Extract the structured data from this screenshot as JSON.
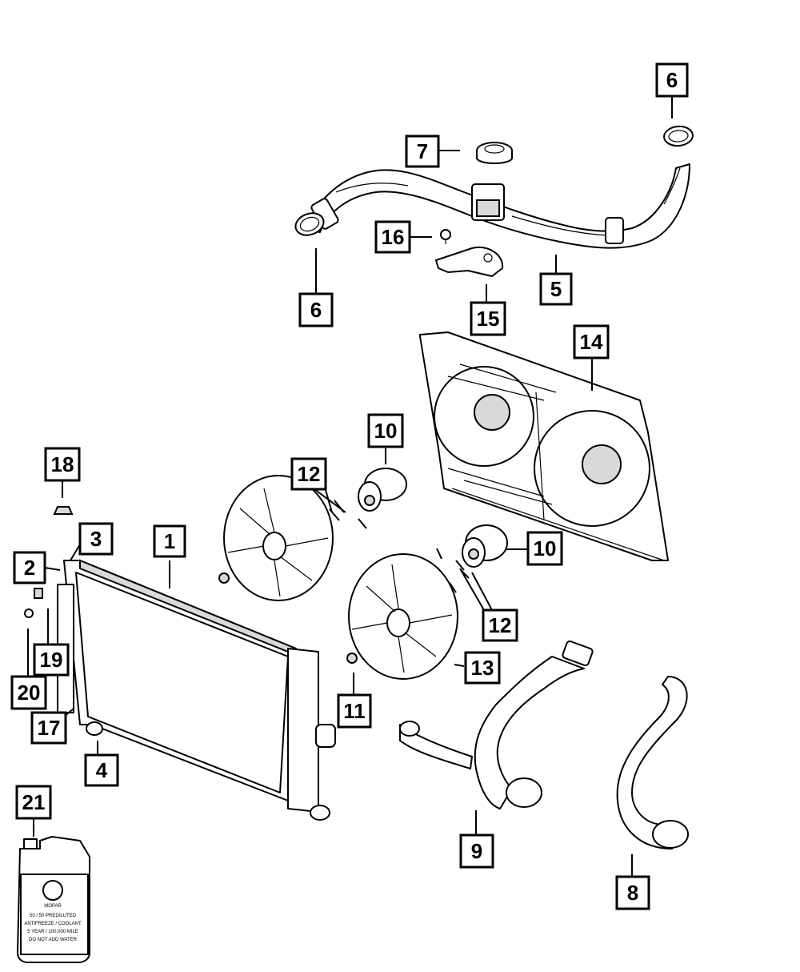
{
  "callouts": [
    {
      "id": "c1",
      "text": "1"
    },
    {
      "id": "c2",
      "text": "2"
    },
    {
      "id": "c3",
      "text": "3"
    },
    {
      "id": "c4",
      "text": "4"
    },
    {
      "id": "c5",
      "text": "5"
    },
    {
      "id": "c6a",
      "text": "6"
    },
    {
      "id": "c6b",
      "text": "6"
    },
    {
      "id": "c7",
      "text": "7"
    },
    {
      "id": "c8",
      "text": "8"
    },
    {
      "id": "c9",
      "text": "9"
    },
    {
      "id": "c10a",
      "text": "10"
    },
    {
      "id": "c10b",
      "text": "10"
    },
    {
      "id": "c11",
      "text": "11"
    },
    {
      "id": "c12a",
      "text": "12"
    },
    {
      "id": "c12b",
      "text": "12"
    },
    {
      "id": "c13",
      "text": "13"
    },
    {
      "id": "c14",
      "text": "14"
    },
    {
      "id": "c15",
      "text": "15"
    },
    {
      "id": "c16",
      "text": "16"
    },
    {
      "id": "c17",
      "text": "17"
    },
    {
      "id": "c18",
      "text": "18"
    },
    {
      "id": "c19",
      "text": "19"
    },
    {
      "id": "c20",
      "text": "20"
    },
    {
      "id": "c21",
      "text": "21"
    }
  ],
  "jug_label": {
    "brand": "MOPAR",
    "line1": "50 / 50 PREDILUTED",
    "line2": "ANTIFREEZE / COOLANT",
    "line3": "5 YEAR / 100,000 MILE",
    "line4": "DO NOT ADD WATER"
  }
}
